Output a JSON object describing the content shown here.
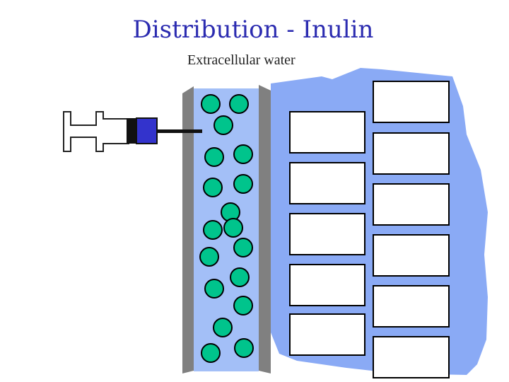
{
  "slide": {
    "title": "Distribution - Inulin",
    "subtitle": "Extracellular water"
  },
  "colors": {
    "title": "#2b2bb0",
    "plasma": "#a3bff7",
    "interstitial": "#8aaaf5",
    "vessel_wall": "#808080",
    "inulin_particle": "#00c48c",
    "syringe_plunger": "#3333cc",
    "cell": "#ffffff"
  },
  "icons": [
    "syringe-icon",
    "inulin-particle",
    "cell"
  ]
}
